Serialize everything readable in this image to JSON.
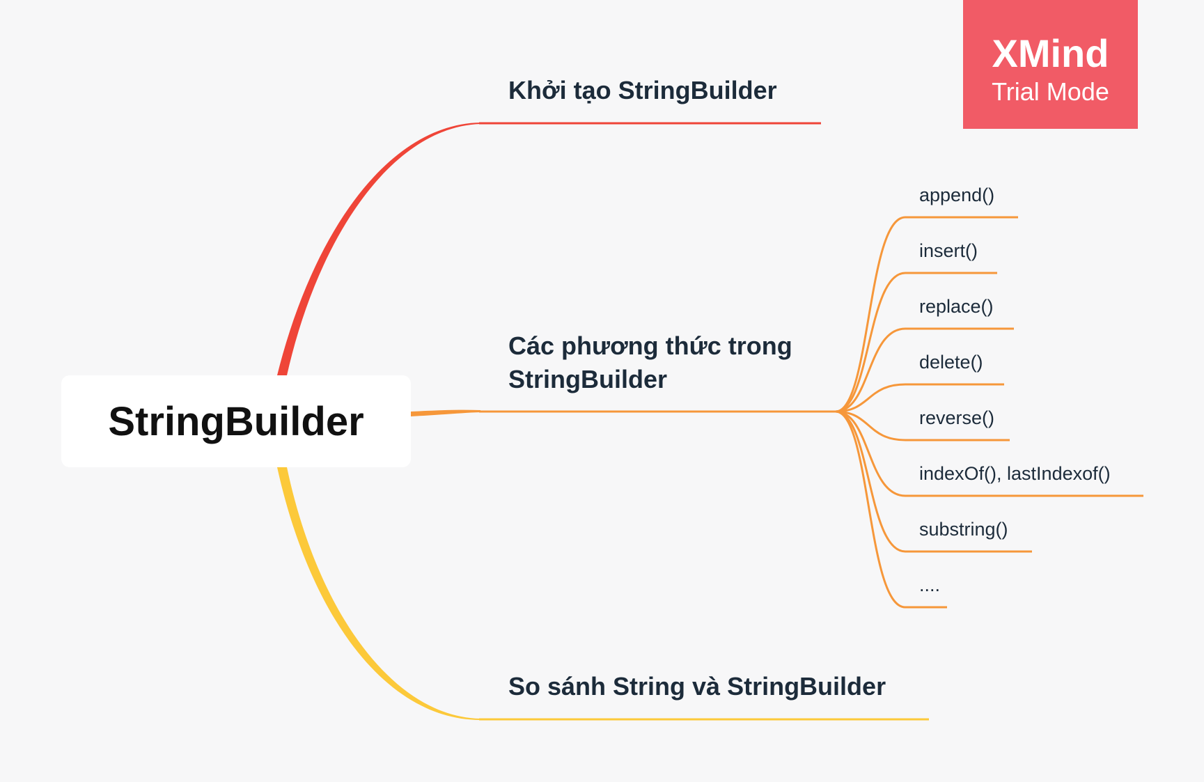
{
  "root": {
    "label": "StringBuilder"
  },
  "topics": [
    {
      "label": "Khởi tạo StringBuilder",
      "color": "#ef4538"
    },
    {
      "label_lines": [
        "Các phương thức trong",
        "StringBuilder"
      ],
      "color": "#f6973a"
    },
    {
      "label": "So sánh String và StringBuilder",
      "color": "#fcc93a"
    }
  ],
  "subtopics": [
    {
      "label": "append()"
    },
    {
      "label": "insert()"
    },
    {
      "label": "replace()"
    },
    {
      "label": "delete()"
    },
    {
      "label": "reverse()"
    },
    {
      "label": "indexOf(), lastIndexof()"
    },
    {
      "label": "substring()"
    },
    {
      "label": "...."
    }
  ],
  "watermark": {
    "brand": "XMind",
    "mode": "Trial Mode"
  }
}
